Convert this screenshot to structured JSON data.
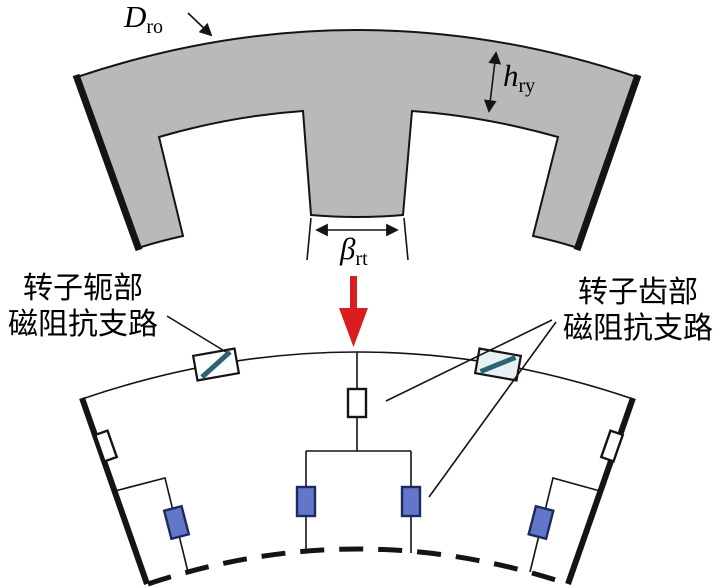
{
  "diagram": {
    "rotor_labels": {
      "outer_diameter": {
        "main": "D",
        "sub": "ro"
      },
      "yoke_height": {
        "main": "h",
        "sub": "ry"
      },
      "tooth_width": {
        "main": "β",
        "sub": "rt"
      }
    },
    "annotations": {
      "yoke_branch": {
        "line1": "转子轭部",
        "line2": "磁阻抗支路"
      },
      "tooth_branch": {
        "line1": "转子齿部",
        "line2": "磁阻抗支路"
      }
    },
    "icons": {
      "yoke_reluctance_icon": "rectangle-with-teal-diagonal-slash",
      "tooth_reluctance_icon": "solid-blue-rectangle",
      "edge_reluctance_icon": "small-white-rectangle-on-boundary",
      "flux_direction_icon": "red-down-arrow"
    },
    "colors": {
      "steel_gray": "#b9b9b9",
      "outline": "#141414",
      "red_arrow": "#d81e1e",
      "reluctance_blue": "#6277c9",
      "reluctance_blue_border": "#1c2a5e",
      "hatch_teal": "#2e6374",
      "hatch_fill_left": "#fcfdfd",
      "hatch_fill_right": "#e6f1f6",
      "text_color": "#000000"
    }
  }
}
